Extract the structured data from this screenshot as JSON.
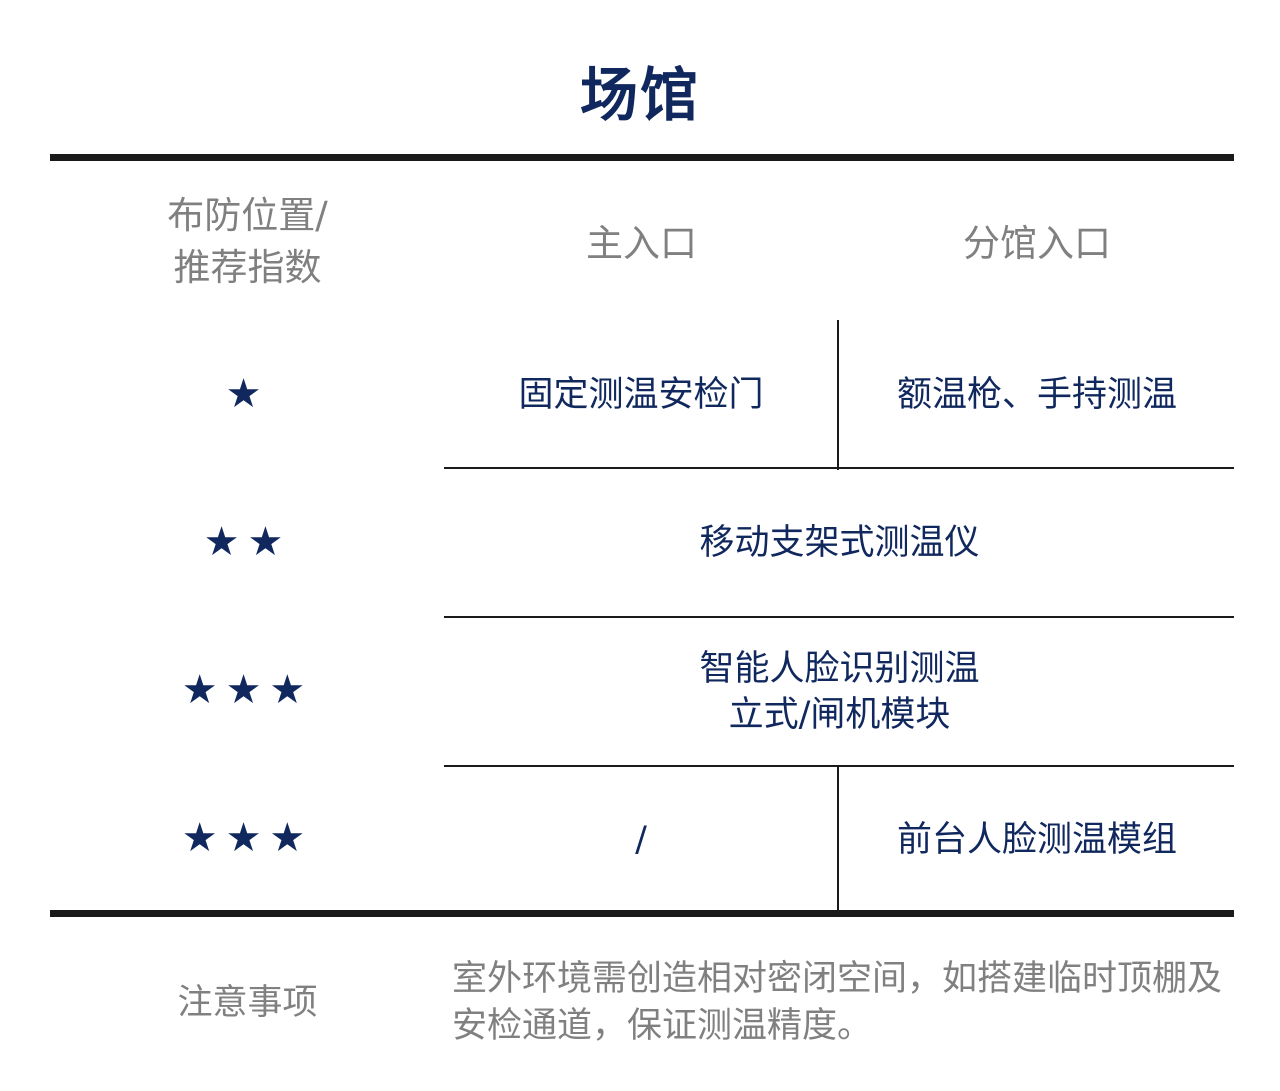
{
  "title": "场馆",
  "headers": {
    "position_label_line1": "布防位置/",
    "position_label_line2": "推荐指数",
    "main_entrance": "主入口",
    "branch_entrance": "分馆入口"
  },
  "rows": [
    {
      "rating": 1,
      "stars": "★",
      "main_entrance": "固定测温安检门",
      "branch_entrance": "额温枪、手持测温"
    },
    {
      "rating": 2,
      "stars": "★★",
      "merged": "移动支架式测温仪"
    },
    {
      "rating": 3,
      "stars": "★★★",
      "merged_line1": "智能人脸识别测温",
      "merged_line2": "立式/闸机模块"
    },
    {
      "rating": 3,
      "stars": "★★★",
      "main_entrance": "/",
      "branch_entrance": "前台人脸测温模组"
    }
  ],
  "notes": {
    "label": "注意事项",
    "text": "室外环境需创造相对密闭空间，如搭建临时顶棚及安检通道，保证测温精度。"
  },
  "colors": {
    "title": "#10285e",
    "cell_text": "#10285e",
    "header_text": "#808080",
    "rule": "#1a1a1a"
  }
}
